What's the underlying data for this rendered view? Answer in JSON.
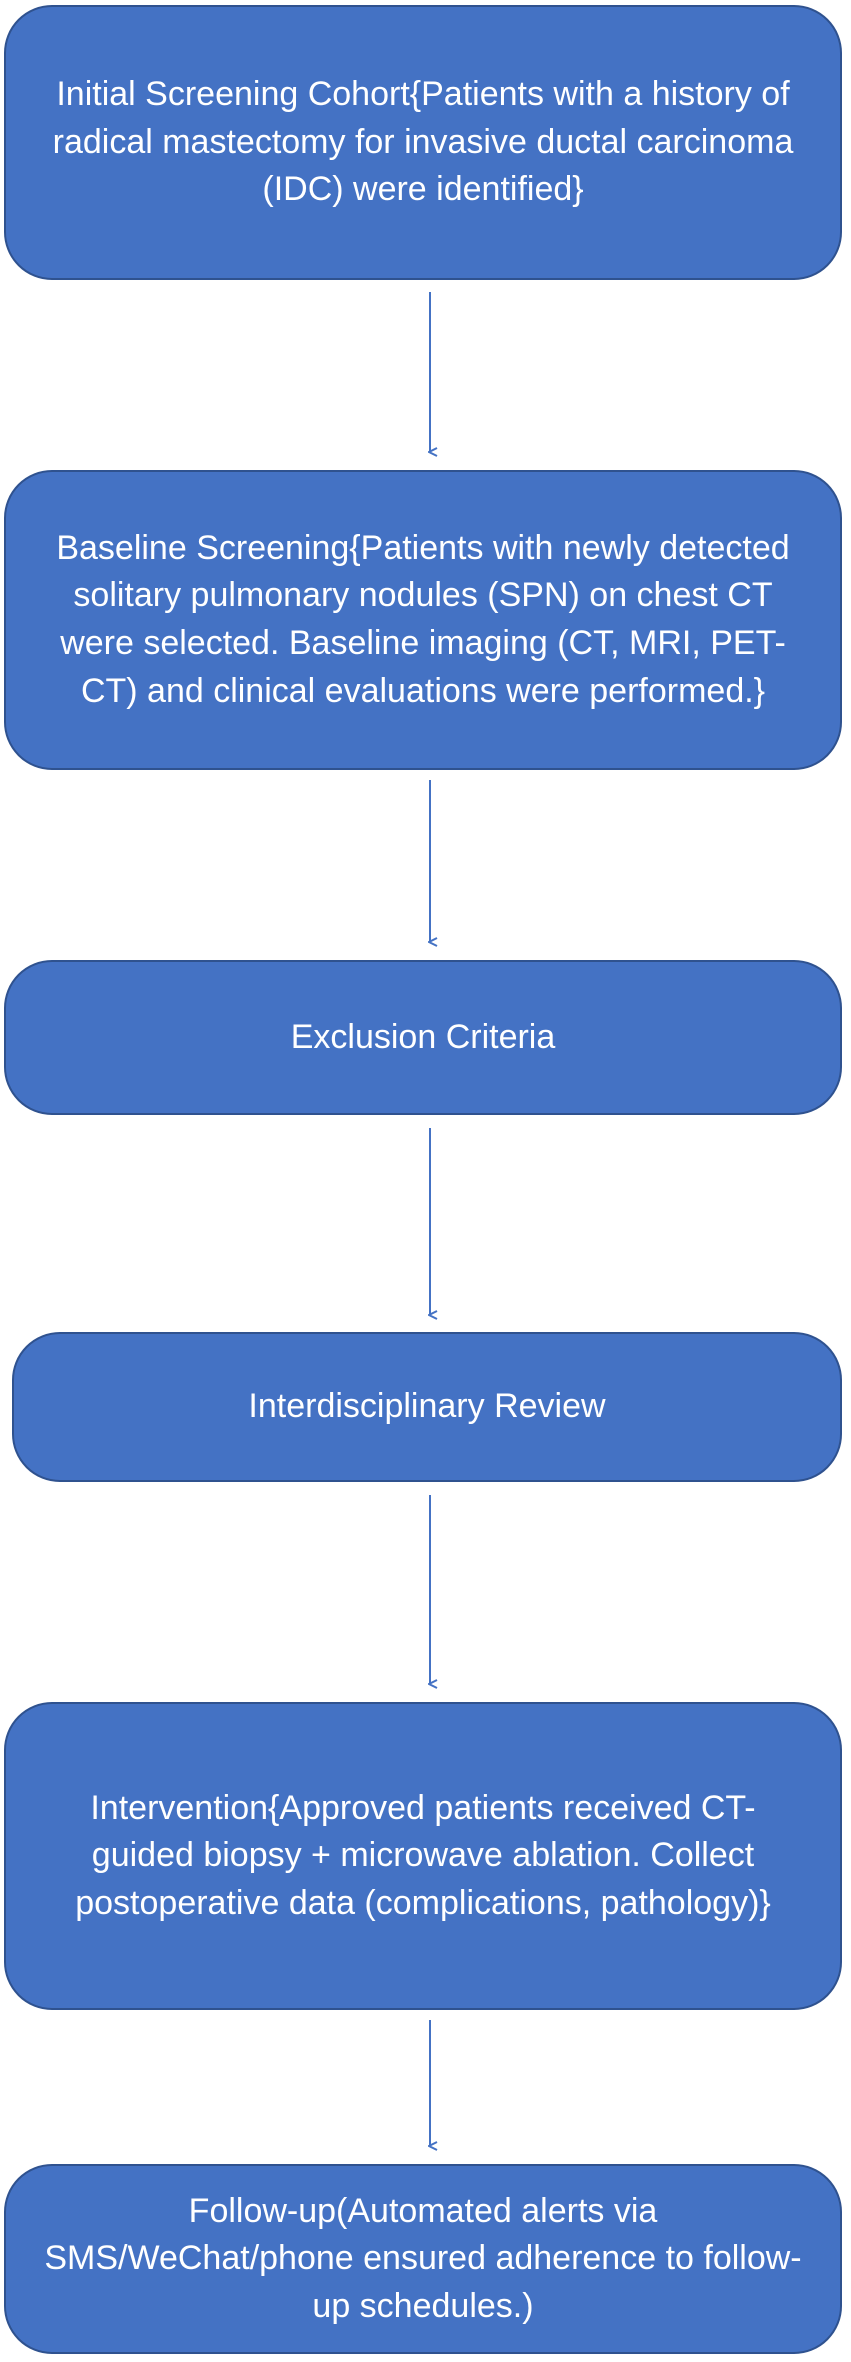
{
  "flowchart": {
    "steps": [
      {
        "text": "Initial Screening Cohort{Patients with a history of radical mastectomy for invasive ductal carcinoma (IDC) were identified}"
      },
      {
        "text": "Baseline Screening{Patients with newly detected solitary pulmonary nodules (SPN) on chest CT were selected. Baseline imaging (CT, MRI, PET-CT) and clinical evaluations were performed.}"
      },
      {
        "text": "Exclusion Criteria"
      },
      {
        "text": "Interdisciplinary Review"
      },
      {
        "text": "Intervention{Approved patients received CT-guided biopsy + microwave ablation. Collect postoperative data (complications, pathology)}"
      },
      {
        "text": "Follow-up(Automated alerts via SMS/WeChat/phone ensured adherence to follow-up schedules.)"
      }
    ],
    "colors": {
      "box_fill": "#4472c4",
      "box_border": "#2f528f",
      "text": "#ffffff",
      "arrow": "#4472c4"
    }
  }
}
